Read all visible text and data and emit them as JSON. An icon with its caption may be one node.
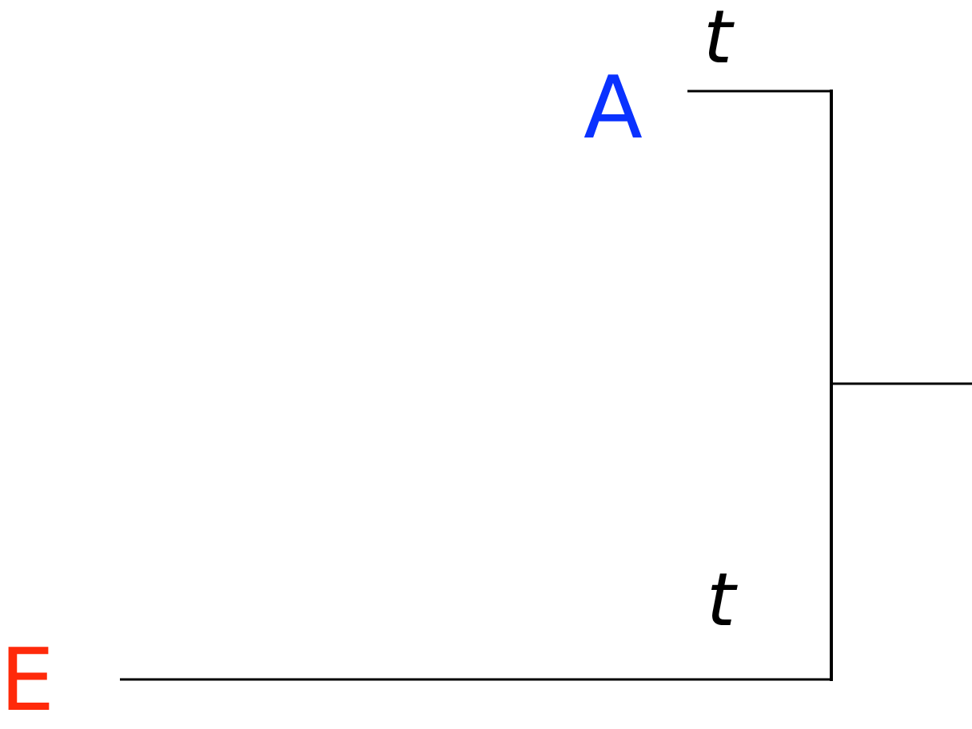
{
  "diagram": {
    "nodes": [
      {
        "text": [
          "A"
        ]
      },
      {
        "text": [
          "E"
        ]
      },
      {
        "text": [],
        "shape": "bar"
      }
    ],
    "edges": [
      {
        "from": 0,
        "to": 2,
        "arrow": "none",
        "label": "t"
      },
      {
        "from": 1,
        "to": 2,
        "arrow": "none",
        "label": "t"
      },
      {
        "from": 2,
        "to": null,
        "arrow": "none"
      }
    ]
  }
}
